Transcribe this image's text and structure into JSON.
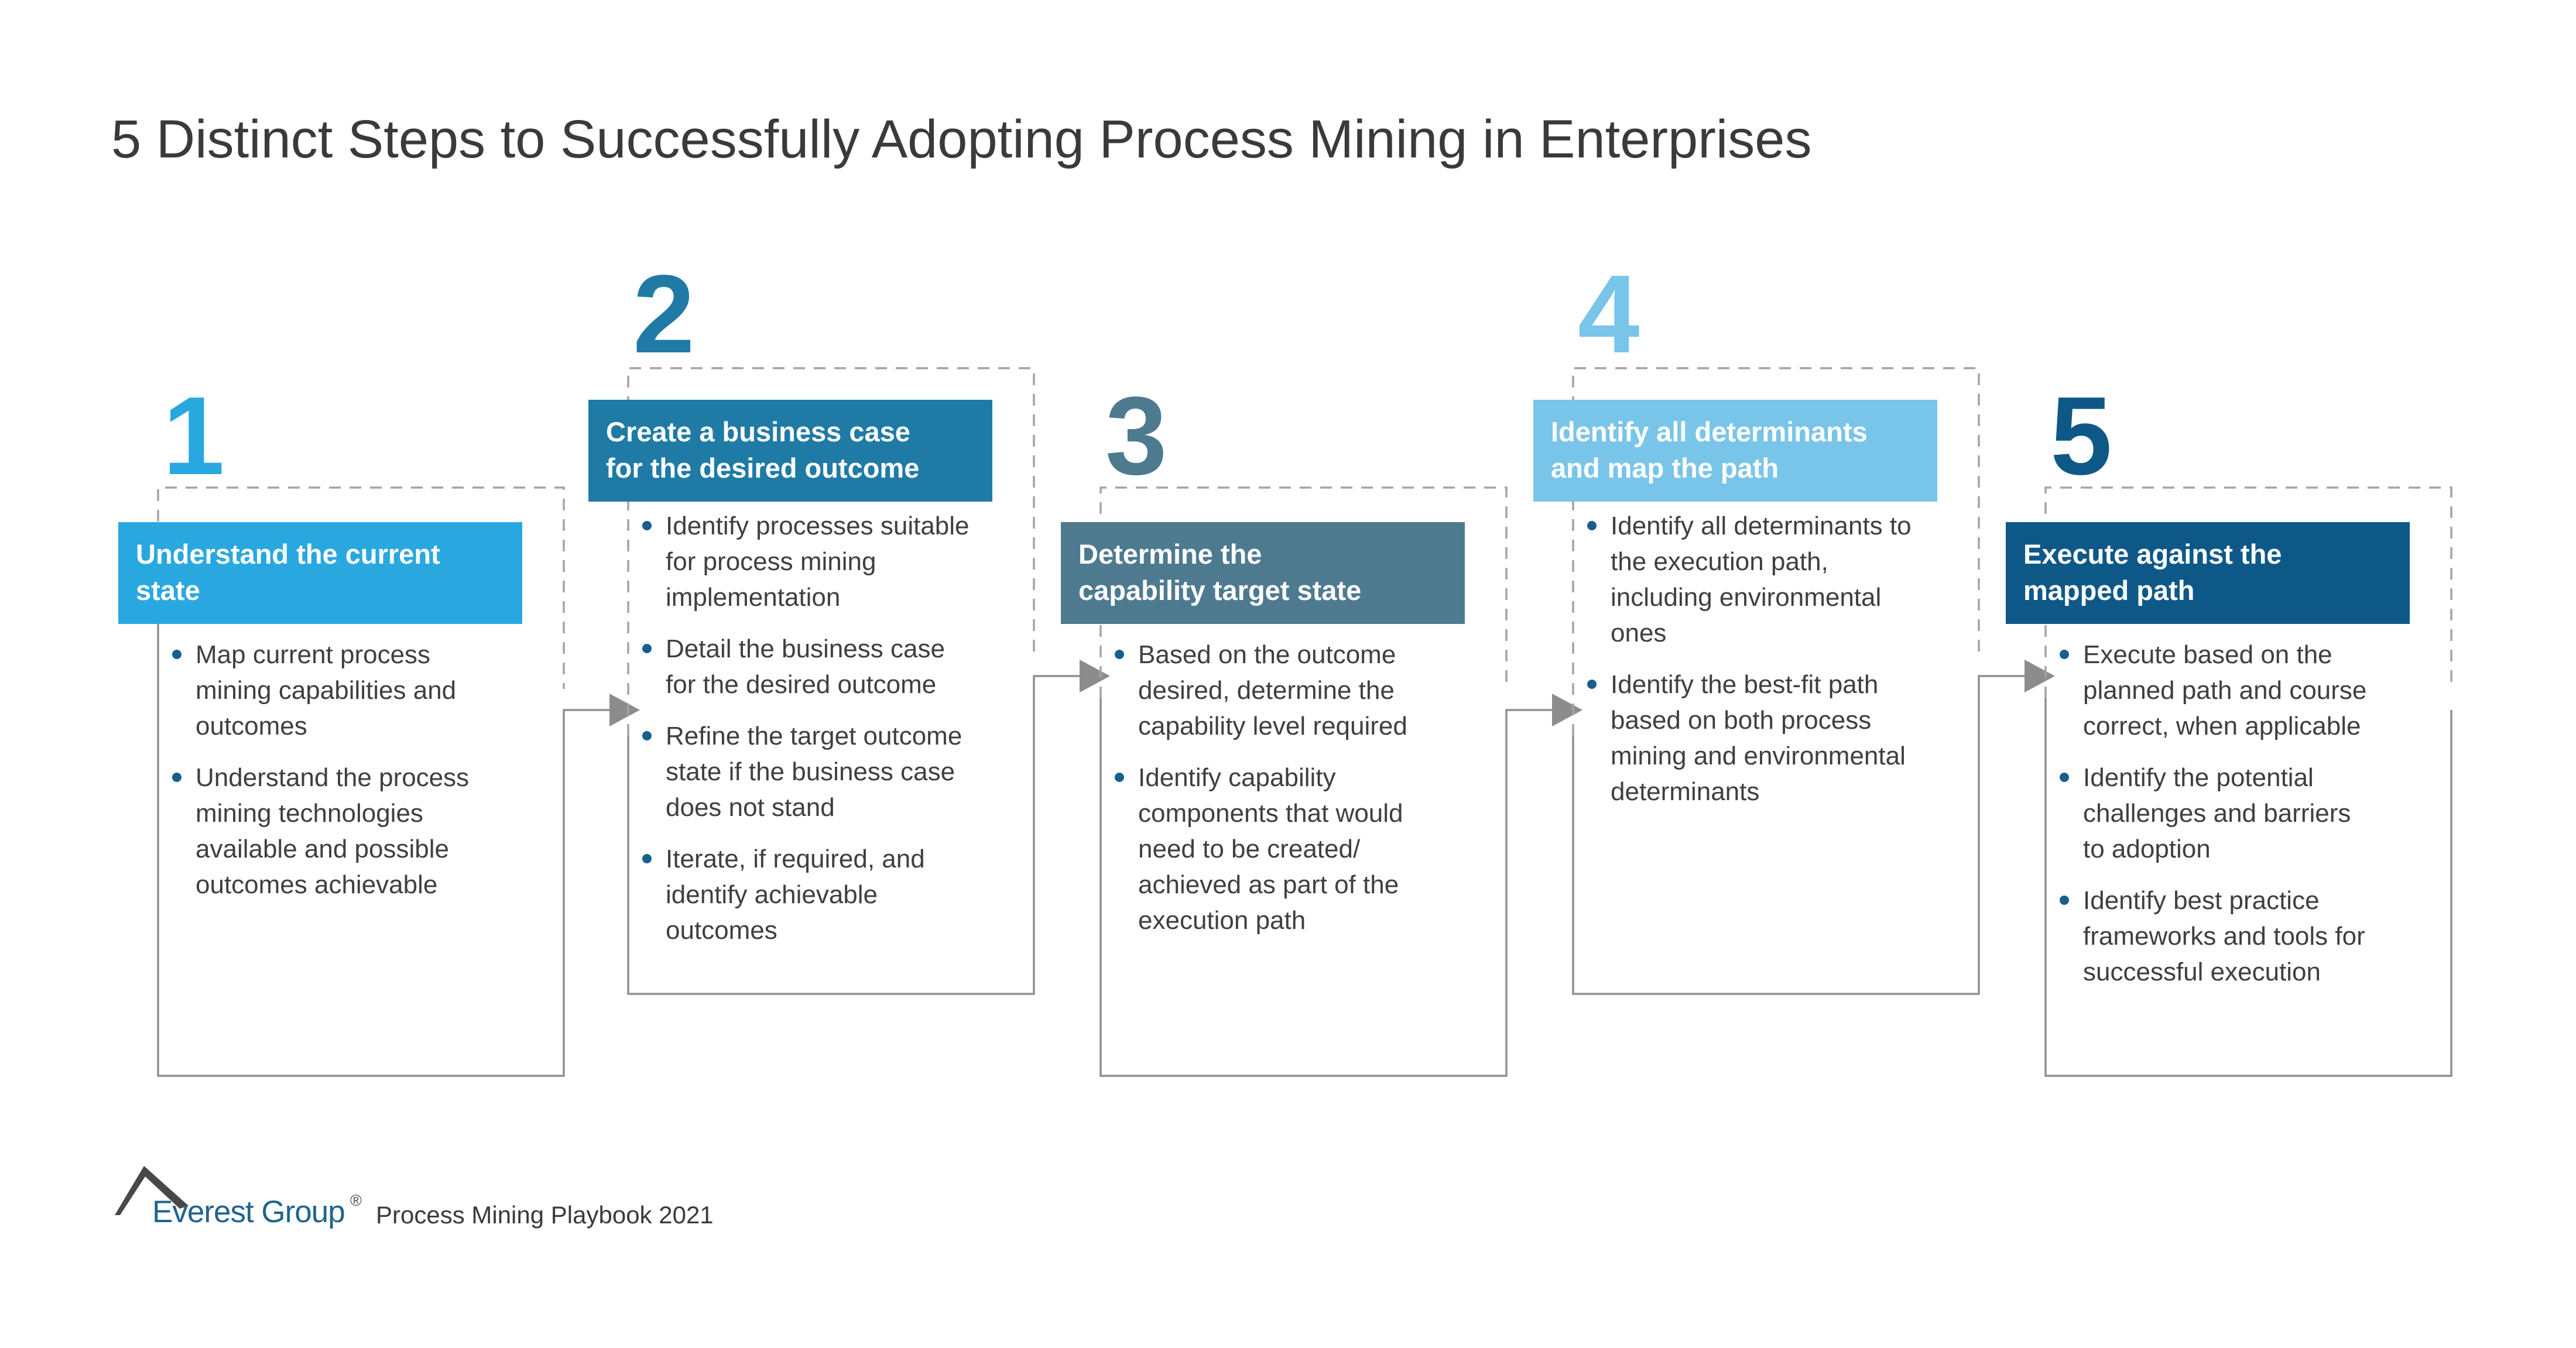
{
  "title": "5 Distinct Steps to Successfully Adopting Process Mining in Enterprises",
  "steps": [
    {
      "number": "1",
      "color": "#29A8E0",
      "header": "Understand the current\nstate",
      "bullets": [
        "Map current process\nmining capabilities and\noutcomes",
        "Understand the process\nmining technologies\navailable and possible\noutcomes achievable"
      ]
    },
    {
      "number": "2",
      "color": "#1F7AA6",
      "header": "Create a business case\nfor the desired outcome",
      "bullets": [
        "Identify processes suitable\nfor process mining\nimplementation",
        "Detail the business case\nfor the desired outcome",
        "Refine the target outcome\nstate if the business case\ndoes not stand",
        "Iterate, if required, and\nidentify achievable\noutcomes"
      ]
    },
    {
      "number": "3",
      "color": "#4E7A90",
      "header": "Determine the\ncapability target state",
      "bullets": [
        "Based on the outcome\ndesired, determine the\ncapability level required",
        "Identify capability\ncomponents that would\nneed to be created/\nachieved as part of the\nexecution path"
      ]
    },
    {
      "number": "4",
      "color": "#79C5EA",
      "header": "Identify all determinants\nand map the path",
      "bullets": [
        "Identify all determinants to\nthe execution path,\nincluding environmental\nones",
        "Identify the best-fit path\nbased on both process\nmining and environmental\ndeterminants"
      ]
    },
    {
      "number": "5",
      "color": "#0E5888",
      "header": "Execute against the\nmapped path",
      "bullets": [
        "Execute based on the\nplanned path and course\ncorrect, when applicable",
        "Identify the potential\nchallenges and barriers\nto adoption",
        "Identify best practice\nframeworks and tools for\nsuccessful execution"
      ]
    }
  ],
  "footer": {
    "brand": "Everest Group",
    "registered": "®",
    "caption": "Process Mining Playbook 2021"
  },
  "colors": {
    "bullet_dot": "#17608E",
    "body_text": "#3F3F3F",
    "title_text": "#3A3A3A",
    "dashed_line": "#A3A3A3",
    "solid_line": "#8F8F8F",
    "arrow": "#8C8C8C",
    "brand_blue": "#21648E",
    "mountain_gray": "#484848"
  }
}
